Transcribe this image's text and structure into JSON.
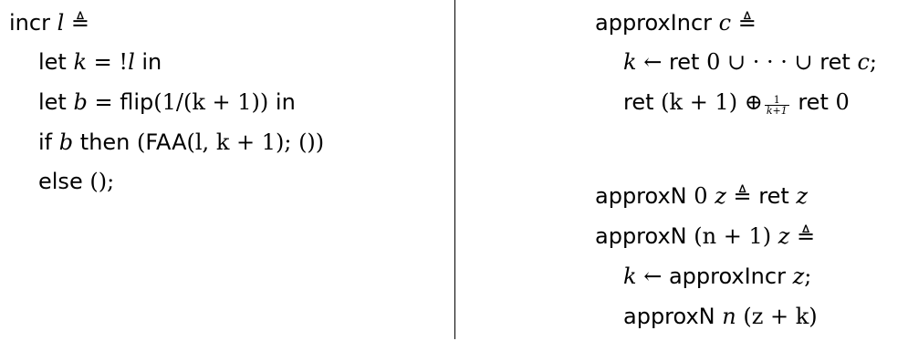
{
  "left": {
    "incr_kw": "incr",
    "incr_param": "l",
    "defeq": "≜",
    "let_kw": "let",
    "var_k": "k",
    "eq": " = ",
    "deref": "!",
    "var_l": "l",
    "in_kw": "in",
    "var_b": "b",
    "flip_kw": "flip",
    "flip_arg": "(1/(k + 1))",
    "if_kw": "if",
    "then_kw": "then",
    "faa_kw": "FAA",
    "faa_tail": "(l, k + 1); ())",
    "open_paren": "(",
    "else_kw": "else",
    "else_tail": "();"
  },
  "right": {
    "approxincr_kw": "approxIncr",
    "var_c": "c",
    "defeq": "≜",
    "var_k": "k",
    "arrow": "←",
    "ret_kw": "ret",
    "zero": "0",
    "union_dots": "∪ · · · ∪",
    "semi": ";",
    "k_plus_1": "(k + 1)",
    "oplus": "⊕",
    "frac_num": "1",
    "frac_den": "k+1",
    "approxn_kw": "approxN",
    "var_z": "z",
    "n_plus_1": "(n + 1)",
    "var_n": "n",
    "z_plus_k": "(z + k)"
  }
}
